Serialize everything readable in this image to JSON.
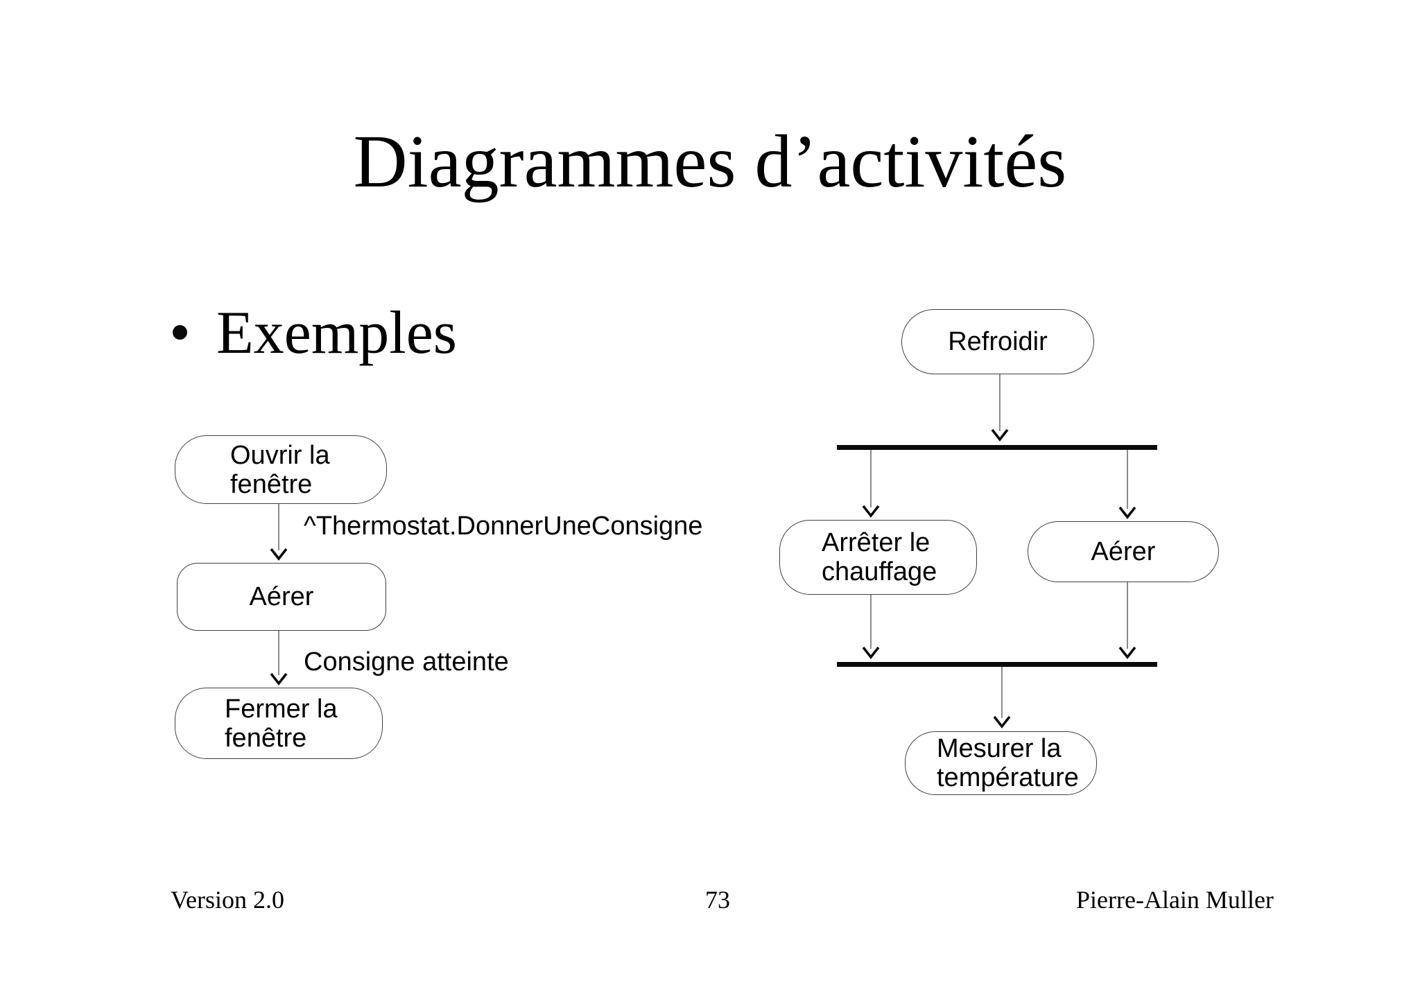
{
  "title": "Diagrammes d’activités",
  "bullet": {
    "label": "Exemples"
  },
  "left_diagram": {
    "nodes": {
      "ouvrir": "Ouvrir la\nfenêtre",
      "aerer": "Aérer",
      "fermer": "Fermer la\nfenêtre"
    },
    "labels": {
      "thermostat": "^Thermostat.DonnerUneConsigne",
      "consigne": "Consigne atteinte"
    }
  },
  "right_diagram": {
    "nodes": {
      "refroidir": "Refroidir",
      "arreter": "Arrêter le\nchauffage",
      "aerer": "Aérer",
      "mesurer": "Mesurer la\ntempérature"
    }
  },
  "footer": {
    "version": "Version 2.0",
    "page": "73",
    "author": "Pierre-Alain Muller"
  },
  "colors": {
    "ink": "#000000",
    "node_border": "#404040",
    "connector_line": "#6e6e6e",
    "bar_and_arrowhead": "#0a0a0a",
    "background": "#ffffff"
  }
}
